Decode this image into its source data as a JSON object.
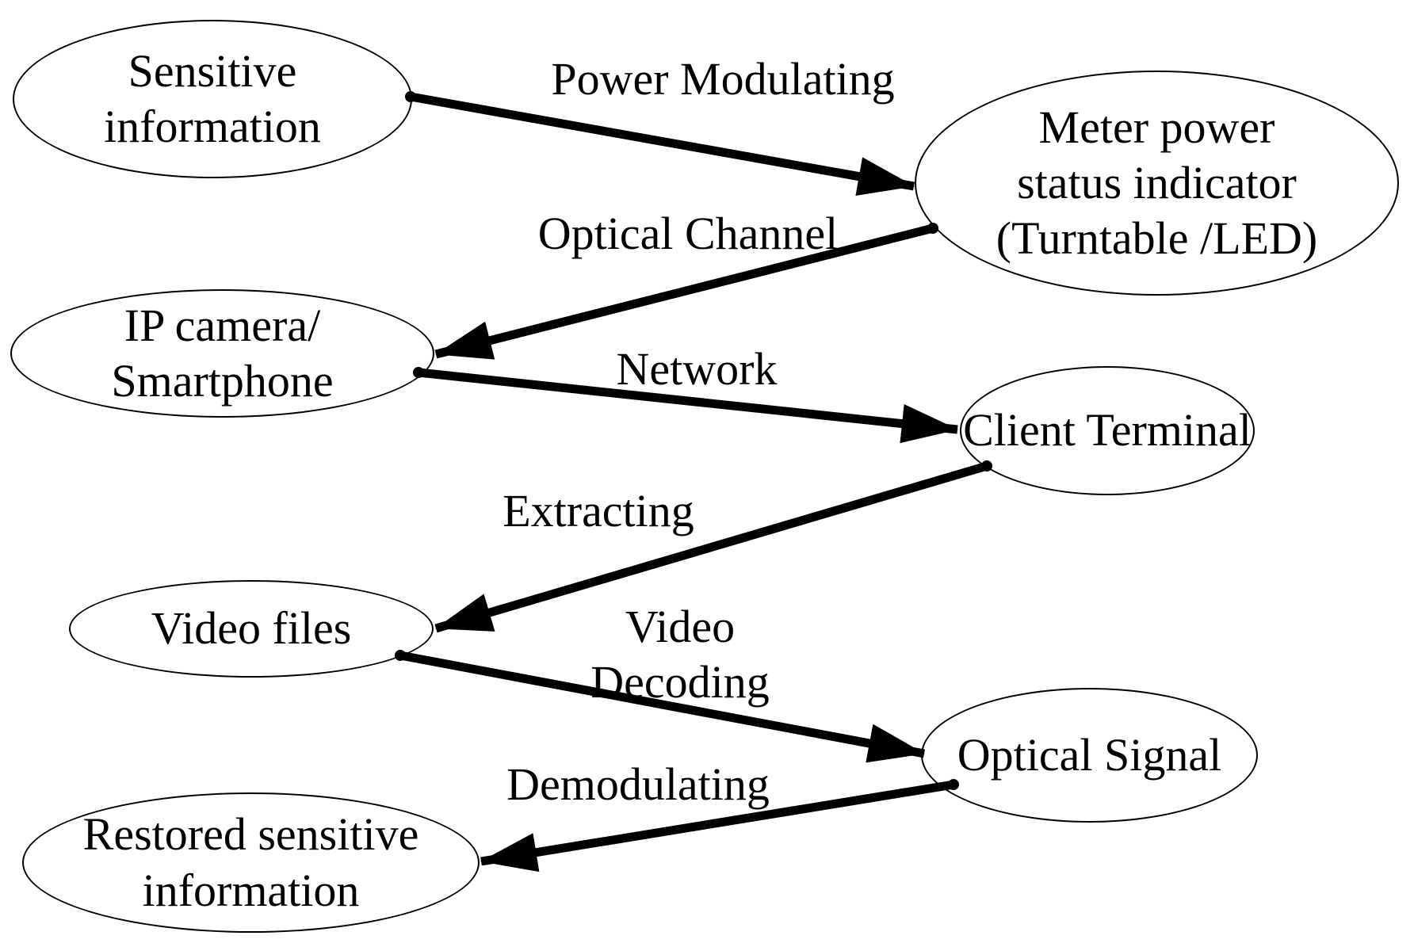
{
  "diagram": {
    "nodes": [
      {
        "id": "sensitive-information",
        "label": "Sensitive\ninformation"
      },
      {
        "id": "meter-power-status-indicator",
        "label": "Meter power\nstatus indicator\n(Turntable /LED)"
      },
      {
        "id": "ip-camera-smartphone",
        "label": "IP camera/\nSmartphone"
      },
      {
        "id": "client-terminal",
        "label": "Client Terminal"
      },
      {
        "id": "video-files",
        "label": "Video files"
      },
      {
        "id": "optical-signal",
        "label": "Optical Signal"
      },
      {
        "id": "restored-sensitive-information",
        "label": "Restored sensitive\ninformation"
      }
    ],
    "edges": [
      {
        "label": "Power Modulating",
        "from": "sensitive-information",
        "to": "meter-power-status-indicator"
      },
      {
        "label": "Optical Channel",
        "from": "meter-power-status-indicator",
        "to": "ip-camera-smartphone"
      },
      {
        "label": "Network",
        "from": "ip-camera-smartphone",
        "to": "client-terminal"
      },
      {
        "label": "Extracting",
        "from": "client-terminal",
        "to": "video-files"
      },
      {
        "label": "Video\nDecoding",
        "from": "video-files",
        "to": "optical-signal"
      },
      {
        "label": "Demodulating",
        "from": "optical-signal",
        "to": "restored-sensitive-information"
      }
    ],
    "colors": {
      "stroke": "#000000",
      "background": "#ffffff",
      "text": "#000000"
    }
  }
}
